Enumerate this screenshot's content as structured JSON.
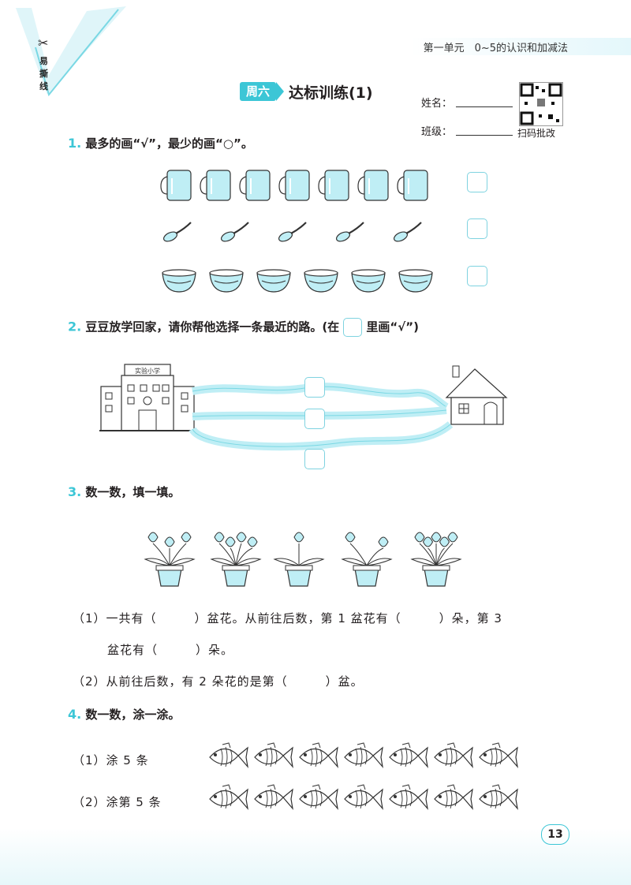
{
  "header": {
    "unit": "第一单元　0~5的认识和加减法",
    "tear_line": "易撕线"
  },
  "title": {
    "badge": "周六",
    "text": "达标训练(1)"
  },
  "student": {
    "name_label": "姓名：",
    "class_label": "班级：",
    "qr_caption": "扫码批改"
  },
  "q1": {
    "num": "1.",
    "text": "最多的画“√”，最少的画“○”。",
    "rows": [
      {
        "item": "cup-icon",
        "count": 7
      },
      {
        "item": "spoon-icon",
        "count": 5
      },
      {
        "item": "bowl-icon",
        "count": 6
      }
    ]
  },
  "q2": {
    "num": "2.",
    "text_before": "豆豆放学回家，请你帮他选择一条最近的路。(在",
    "text_after": "里画“√”)",
    "school_sign": "实验小学"
  },
  "q3": {
    "num": "3.",
    "text": "数一数，填一填。",
    "flowerpots": [
      {
        "flowers": 3
      },
      {
        "flowers": 4
      },
      {
        "flowers": 1
      },
      {
        "flowers": 2
      },
      {
        "flowers": 5
      }
    ],
    "sub1_a": "（1）一共有（",
    "sub1_b": "）盆花。从前往后数，第 1 盆花有（",
    "sub1_c": "）朵，第 3",
    "sub1_d": "盆花有（",
    "sub1_e": "）朵。",
    "sub2_a": "（2）从前往后数，有 2 朵花的是第（",
    "sub2_b": "）盆。"
  },
  "q4": {
    "num": "4.",
    "text": "数一数，涂一涂。",
    "rows": [
      {
        "label": "（1）涂 5 条",
        "fish": 7
      },
      {
        "label": "（2）涂第 5 条",
        "fish": 7
      }
    ]
  },
  "page_number": "13",
  "colors": {
    "accent": "#3cc6d6",
    "light": "#bfeef5"
  }
}
